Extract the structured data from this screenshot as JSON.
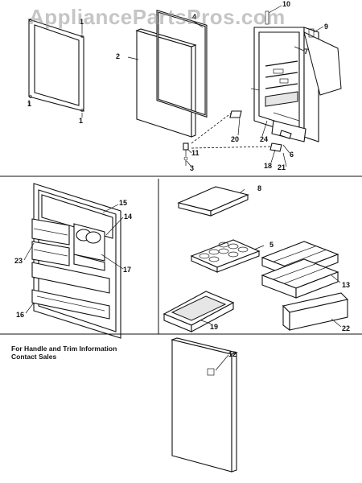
{
  "watermark": "AppliancePartsPros.com",
  "note_lines": [
    "For Handle and Trim Information",
    "Contact Sales"
  ],
  "callouts": {
    "c1": "1",
    "c2": "2",
    "c3": "3",
    "c4": "4",
    "c5": "5",
    "c6": "6",
    "c7": "7",
    "c8": "8",
    "c9": "9",
    "c10": "10",
    "c11": "11",
    "c12": "12",
    "c13": "13",
    "c14": "14",
    "c15": "15",
    "c16": "16",
    "c17": "17",
    "c18": "18",
    "c19": "19",
    "c20": "20",
    "c21": "21",
    "c22": "22",
    "c23": "23",
    "c24": "24"
  }
}
